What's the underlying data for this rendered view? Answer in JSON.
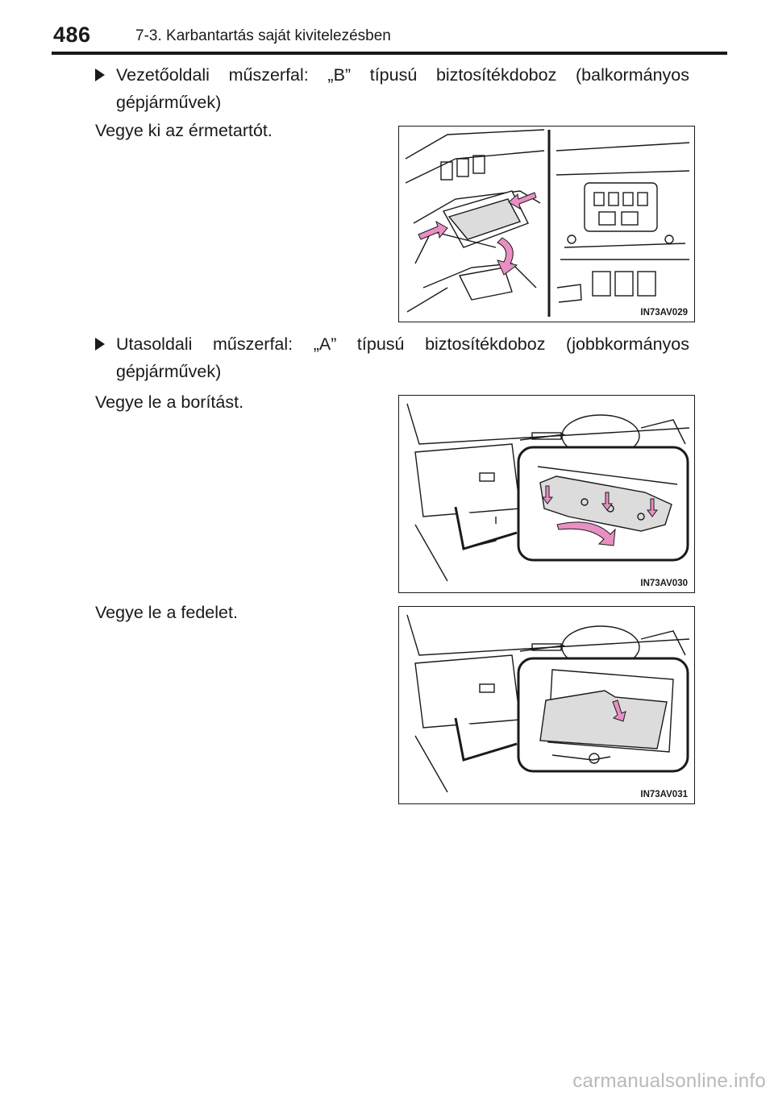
{
  "header": {
    "page_number": "486",
    "section_title": "7-3. Karbantartás saját kivitelezésben"
  },
  "sections": [
    {
      "bullet": "Vezetőoldali műszerfal: „B” típusú biztosítékdoboz (balkormányos gépjárművek)",
      "instruction": "Vegye ki az érmetartót.",
      "figure_code": "IN73AV029"
    },
    {
      "bullet": "Utasoldali műszerfal: „A” típusú biztosítékdoboz (jobbkormányos gépjárművek)",
      "instruction": "Vegye le a borítást.",
      "figure_code": "IN73AV030"
    },
    {
      "instruction": "Vegye le a fedelet.",
      "figure_code": "IN73AV031"
    }
  ],
  "footer": {
    "watermark": "carmanualsonline.info"
  },
  "colors": {
    "arrow_pink": "#e98fc4",
    "line": "#1a1a1a"
  }
}
